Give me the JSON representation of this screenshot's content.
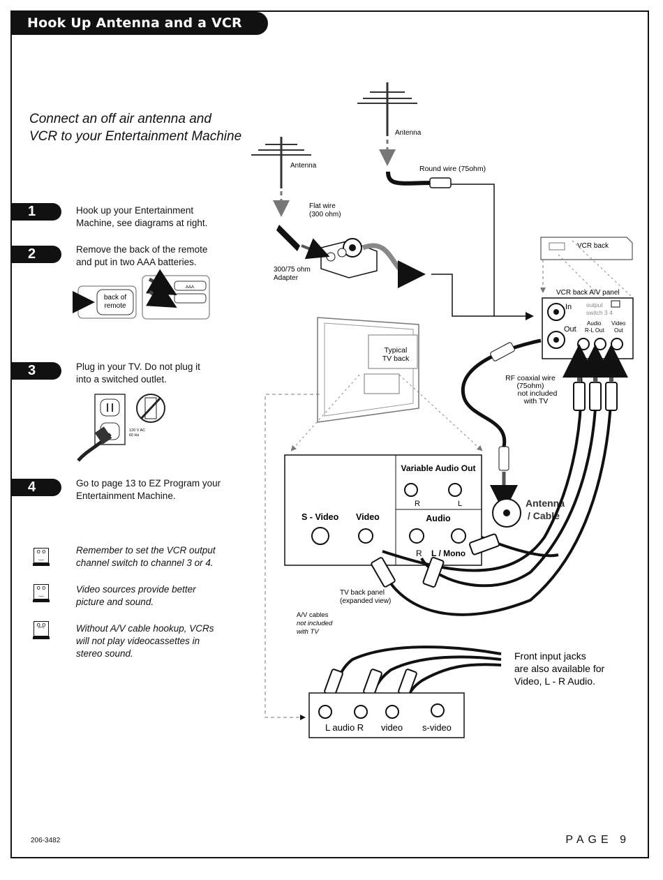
{
  "header": {
    "title": "Hook Up Antenna and a VCR"
  },
  "subtitle": {
    "line1": "Connect an off air antenna and",
    "line2": "VCR to your Entertainment Machine"
  },
  "steps": [
    {
      "number": "1",
      "line1": "Hook up your Entertainment",
      "line2": "Machine, see diagrams at right."
    },
    {
      "number": "2",
      "line1": "Remove the back of the remote",
      "line2": "and put in two AAA batteries."
    },
    {
      "number": "3",
      "line1": "Plug in your TV. Do not plug it",
      "line2": "into a switched outlet."
    },
    {
      "number": "4",
      "line1": "Go to page 13 to EZ Program your",
      "line2": "Entertainment Machine."
    }
  ],
  "remote_illustration": {
    "label_line1": "back of",
    "label_line2": "remote",
    "battery_label": "AAA"
  },
  "outlet_illustration": {
    "voltage": "120 V AC",
    "frequency": "60 Hz"
  },
  "notes": [
    {
      "mood": "happy",
      "line1": "Remember to set the VCR output",
      "line2": "channel switch to channel 3 or 4."
    },
    {
      "mood": "happy",
      "line1": "Video sources provide better",
      "line2": "picture and sound."
    },
    {
      "mood": "sad",
      "line1": "Without A/V cable hookup, VCRs",
      "line2": "will not play videocassettes in",
      "line3": "stereo sound."
    }
  ],
  "diagram": {
    "antenna_top": "Antenna",
    "round_wire": "Round wire (75ohm)",
    "antenna_left": "Antenna",
    "flat_wire_line1": "Flat wire",
    "flat_wire_line2": "(300 ohm)",
    "adapter_line1": "300/75 ohm",
    "adapter_line2": "Adapter",
    "vcr_back": "VCR back",
    "vcr_panel": "VCR back A/V panel",
    "vcr_in": "In",
    "vcr_out": "Out",
    "output_switch_line1": "output",
    "output_switch_line2": "switch  3   4",
    "audio_label": "Audio",
    "video_label": "Video",
    "rl_out": "R-L Out",
    "out_label": "Out",
    "typical_tv_line1": "Typical",
    "typical_tv_line2": "TV back",
    "rf_line1": "RF coaxial wire",
    "rf_line2": "(75ohm)",
    "rf_line3": "not included",
    "rf_line4": "with TV",
    "variable_audio_out": "Variable Audio Out",
    "var_r": "R",
    "var_l": "L",
    "s_video": "S - Video",
    "video": "Video",
    "audio": "Audio",
    "audio_r": "R",
    "audio_l_mono": "L / Mono",
    "antenna_cable_line1": "Antenna",
    "antenna_cable_line2": "/ Cable",
    "tv_back_panel_line1": "TV back panel",
    "tv_back_panel_line2": "(expanded view)",
    "av_cables_line1": "A/V cables",
    "av_cables_line2": "not included",
    "av_cables_line3": "with TV",
    "front_jacks_line1": "Front input jacks",
    "front_jacks_line2": "are also available for",
    "front_jacks_line3": "Video, L - R Audio.",
    "front_l_audio_r": "L audio R",
    "front_video": "video",
    "front_s_video": "s-video"
  },
  "footer": {
    "code": "206-3482",
    "page": "PAGE 9"
  }
}
